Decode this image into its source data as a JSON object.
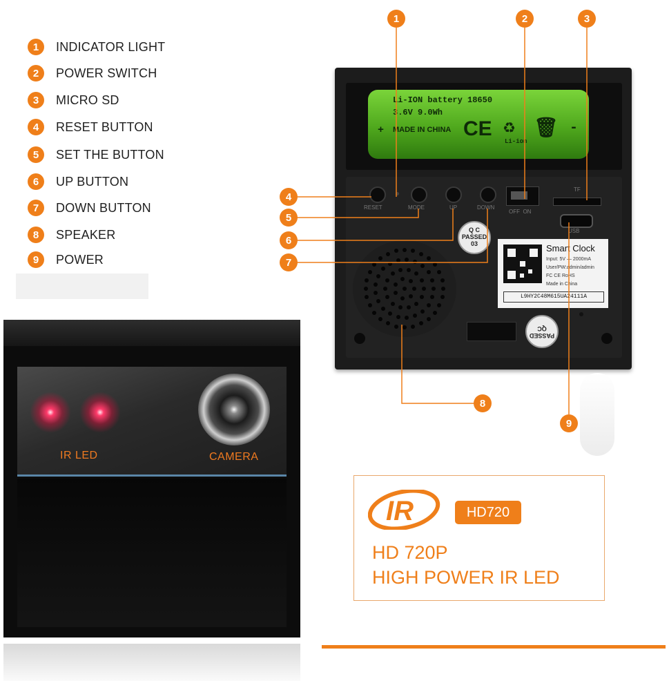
{
  "legend": {
    "items": [
      {
        "num": "1",
        "label": "INDICATOR LIGHT"
      },
      {
        "num": "2",
        "label": "POWER SWITCH"
      },
      {
        "num": "3",
        "label": "MICRO SD"
      },
      {
        "num": "4",
        "label": "RESET BUTTON"
      },
      {
        "num": "5",
        "label": "SET THE BUTTON"
      },
      {
        "num": "6",
        "label": "UP BUTTON"
      },
      {
        "num": "7",
        "label": "DOWN BUTTON"
      },
      {
        "num": "8",
        "label": "SPEAKER"
      },
      {
        "num": "9",
        "label": "POWER"
      }
    ]
  },
  "back_panel": {
    "battery": {
      "line1": "Li-ION battery 18650",
      "line2": "3.6V   9.0Wh",
      "line3": "MADE IN CHINA",
      "plus": "+",
      "minus": "-",
      "ce": "CE",
      "liion": "Li-ion"
    },
    "buttons": [
      "RESET",
      "MODE",
      "UP",
      "DOWN"
    ],
    "switch_labels": "OFF  ON",
    "sd_label": "TF",
    "usb_label": "USB",
    "qc_top": {
      "l1": "Q C",
      "l2": "PASSED",
      "l3": "03"
    },
    "qc_bottom": {
      "l1": "PASSED",
      "l2": "QC"
    },
    "label_card": {
      "title": "Smart Clock",
      "input": "Input: 5V — 2000mA",
      "user": "User/PW:admin/admin",
      "certs": "FC  CE  RoHS",
      "made": "Made in China",
      "serial": "L9HY2C48M615UA24111A"
    }
  },
  "callouts": [
    "1",
    "2",
    "3",
    "4",
    "5",
    "6",
    "7",
    "8",
    "9"
  ],
  "cube": {
    "ir_label": "IR LED",
    "camera_label": "CAMERA"
  },
  "promo": {
    "logo_text": "IR",
    "badge": "HD720",
    "line1": "HD 720P",
    "line2": "HIGH POWER IR LED"
  },
  "colors": {
    "accent": "#ef7f1a",
    "body": "#1c1c1c",
    "battery": "#5cb82a",
    "ir_glow": "#ff3a6a"
  }
}
